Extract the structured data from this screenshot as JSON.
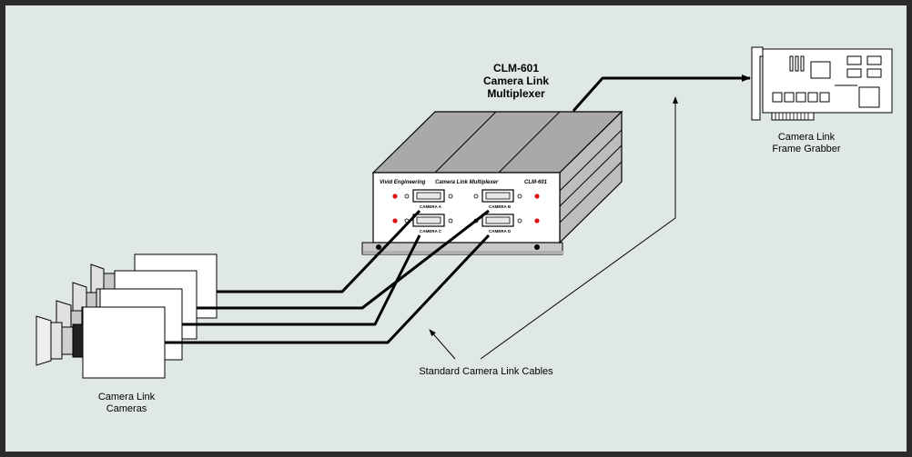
{
  "multiplexer": {
    "title_line1": "CLM-601",
    "title_line2": "Camera Link",
    "title_line3": "Multiplexer",
    "faceplate_brand": "Vivid Engineering",
    "faceplate_name": "Camera Link Multiplexer",
    "faceplate_model": "CLM-601",
    "ports": [
      "CAMERA A",
      "CAMERA B",
      "CAMERA C",
      "CAMERA D"
    ]
  },
  "grabber": {
    "label_line1": "Camera Link",
    "label_line2": "Frame Grabber"
  },
  "cameras": {
    "label_line1": "Camera Link",
    "label_line2": "Cameras"
  },
  "cables": {
    "label": "Standard Camera Link Cables"
  },
  "colors": {
    "background": "#dfe8e7",
    "frame": "#2b2b2b",
    "led": "#e01010"
  }
}
